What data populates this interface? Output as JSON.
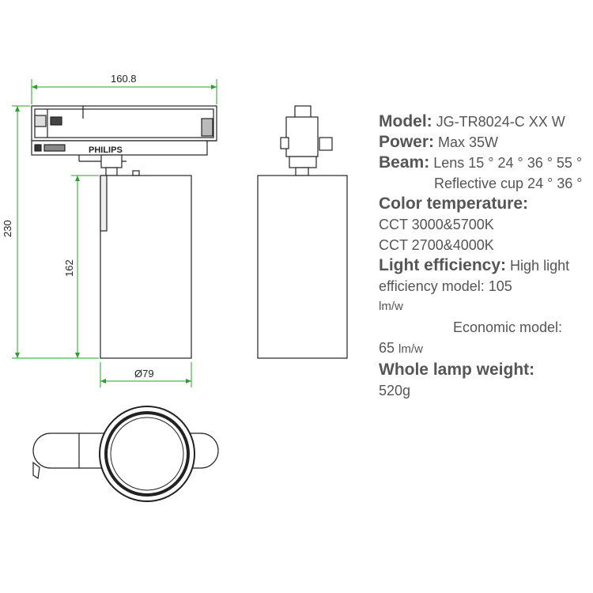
{
  "dimensions": {
    "width_top": "160.8",
    "height_total": "230",
    "height_body": "162",
    "diameter": "Ø79"
  },
  "brand_label": "PHILIPS",
  "colors": {
    "dimension_line": "#2aa02a",
    "outline": "#222222",
    "spec_text": "#555555"
  },
  "specs": {
    "model_label": "Model:",
    "model_value": "JG-TR8024-C XX W",
    "power_label": "Power:",
    "power_value": "Max 35W",
    "beam_label": "Beam:",
    "beam_value": "Lens 15 ° 24 ° 36 ° 55 °",
    "beam_value_2": "Reflective cup 24 ° 36 °",
    "color_label": "Color temperature:",
    "color_value_1": "CCT 3000&5700K",
    "color_value_2": "CCT 2700&4000K",
    "efficiency_label": "Light efficiency:",
    "efficiency_value_1": "High light efficiency model: 105",
    "efficiency_unit_1": "lm/w",
    "efficiency_value_2": "Economic model:",
    "efficiency_value_2b": "65",
    "efficiency_unit_2": "lm/w",
    "weight_label": "Whole lamp weight:",
    "weight_value": "520g"
  }
}
